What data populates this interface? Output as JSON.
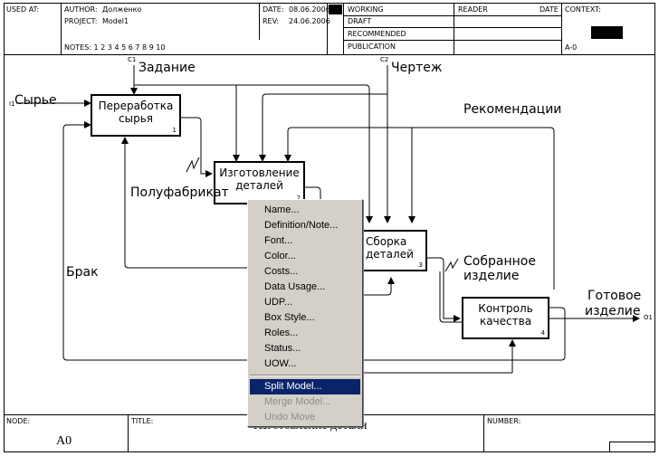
{
  "header": {
    "used_at": "USED AT:",
    "author_label": "AUTHOR:",
    "author": "Долженко",
    "project_label": "PROJECT:",
    "project": "Model1",
    "date_label": "DATE:",
    "date": "08.06.2006",
    "rev_label": "REV:",
    "rev": "24.06.2006",
    "notes": "NOTES: 1 2 3 4 5 6 7 8 9 10",
    "status": [
      "WORKING",
      "DRAFT",
      "RECOMMENDED",
      "PUBLICATION"
    ],
    "reader": "READER",
    "reader_date": "DATE",
    "context": "CONTEXT:",
    "context_node": "A-0"
  },
  "diagram": {
    "boxes": [
      {
        "title": "Переработка сырья",
        "number": "1"
      },
      {
        "title": "Изготовление деталей",
        "number": "2"
      },
      {
        "title": "Сборка деталей",
        "number": "3"
      },
      {
        "title": "Контроль качества",
        "number": "4"
      }
    ],
    "arrows": {
      "raw": "Сырье",
      "raw_tag": "I1",
      "task": "Задание",
      "task_tag": "C1",
      "drawing": "Чертеж",
      "drawing_tag": "C2",
      "recommendations": "Рекомендации",
      "semi": "Полуфабрикат",
      "defect": "Брак",
      "assembled_1": "Собранное",
      "assembled_2": "изделие",
      "finished_1": "Готовое",
      "finished_2": "изделие",
      "out_tag": "O1"
    }
  },
  "context_menu": {
    "items": [
      "Name...",
      "Definition/Note...",
      "Font...",
      "Color...",
      "Costs...",
      "Data Usage...",
      "UDP...",
      "Box Style...",
      "Roles...",
      "Status...",
      "UOW..."
    ],
    "split": "Split Model...",
    "merge": "Merge Model...",
    "undo": "Undo Move"
  },
  "footer": {
    "node_label": "NODE:",
    "node": "A0",
    "title_label": "TITLE:",
    "title": "Изготовление детали",
    "number_label": "NUMBER:"
  }
}
